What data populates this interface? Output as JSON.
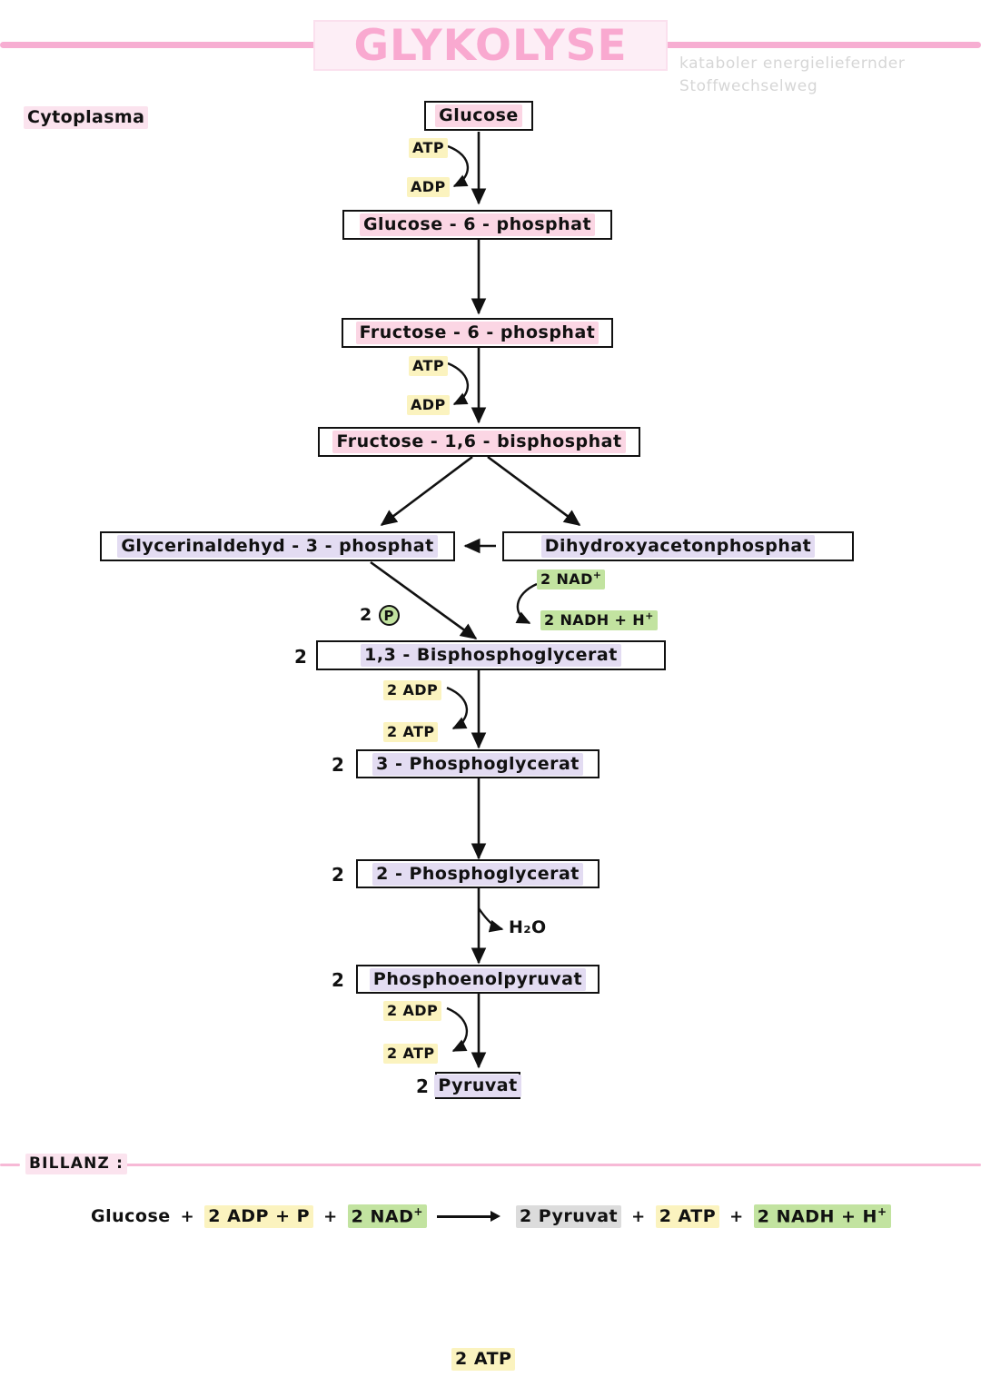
{
  "header": {
    "title": "GLYKOLYSE",
    "subtitle_line1": "kataboler energieliefernder",
    "subtitle_line2": "Stoffwechselweg"
  },
  "compartment_label": "Cytoplasma",
  "pathway": {
    "steps": [
      {
        "name": "glucose",
        "label": "Glucose",
        "prefix": "",
        "highlight": "pink"
      },
      {
        "name": "glucose-6-phosphat",
        "label": "Glucose - 6 - phosphat",
        "prefix": "",
        "highlight": "pink"
      },
      {
        "name": "fructose-6-phosphat",
        "label": "Fructose - 6 - phosphat",
        "prefix": "",
        "highlight": "pink"
      },
      {
        "name": "fructose-1-6-bisphosphat",
        "label": "Fructose - 1,6 - bisphosphat",
        "prefix": "",
        "highlight": "pink"
      },
      {
        "name": "glycerinaldehyd-3-phosphat",
        "label": "Glycerinaldehyd - 3 - phosphat",
        "prefix": "",
        "highlight": "purple"
      },
      {
        "name": "dihydroxyacetonphosphat",
        "label": "Dihydroxyacetonphosphat",
        "prefix": "",
        "highlight": "purple"
      },
      {
        "name": "1-3-bisphosphoglycerat",
        "label": "1,3 - Bisphosphoglycerat",
        "prefix": "2",
        "highlight": "purple"
      },
      {
        "name": "3-phosphoglycerat",
        "label": "3 - Phosphoglycerat",
        "prefix": "2",
        "highlight": "purple"
      },
      {
        "name": "2-phosphoglycerat",
        "label": "2 - Phosphoglycerat",
        "prefix": "2",
        "highlight": "purple"
      },
      {
        "name": "phosphoenolpyruvat",
        "label": "Phosphoenolpyruvat",
        "prefix": "2",
        "highlight": "purple"
      },
      {
        "name": "pyruvat",
        "label": "Pyruvat",
        "prefix": "2",
        "highlight": "purple"
      }
    ],
    "cofactors": [
      {
        "name": "atp-in-step1",
        "label": "ATP",
        "highlight": "yellow"
      },
      {
        "name": "adp-out-step1",
        "label": "ADP",
        "highlight": "yellow"
      },
      {
        "name": "atp-in-step3",
        "label": "ATP",
        "highlight": "yellow"
      },
      {
        "name": "adp-out-step3",
        "label": "ADP",
        "highlight": "yellow"
      },
      {
        "name": "nad-in",
        "label": "2 NAD",
        "sup": "+",
        "highlight": "green"
      },
      {
        "name": "nadh-out",
        "label": "2 NADH + H",
        "sup": "+",
        "highlight": "green"
      },
      {
        "name": "phosphate-in",
        "label": "2",
        "highlight": "none",
        "circled": "P"
      },
      {
        "name": "adp-in-step7",
        "label": "2 ADP",
        "highlight": "yellow"
      },
      {
        "name": "atp-out-step7",
        "label": "2 ATP",
        "highlight": "yellow"
      },
      {
        "name": "water-out",
        "label": "H₂O",
        "highlight": "none"
      },
      {
        "name": "adp-in-step10",
        "label": "2 ADP",
        "highlight": "yellow"
      },
      {
        "name": "atp-out-step10",
        "label": "2 ATP",
        "highlight": "yellow"
      }
    ]
  },
  "balance": {
    "section_label": "BILLANZ :",
    "left": [
      {
        "name": "glucose",
        "label": "Glucose",
        "highlight": "none"
      },
      {
        "name": "adp-p",
        "label": "2 ADP + P",
        "highlight": "yellow"
      },
      {
        "name": "nad",
        "label": "2 NAD",
        "sup": "+",
        "highlight": "green"
      }
    ],
    "arrow": "⟶",
    "right": [
      {
        "name": "pyruvat",
        "label": "2 Pyruvat",
        "highlight": "gray"
      },
      {
        "name": "atp",
        "label": "2 ATP",
        "highlight": "yellow"
      },
      {
        "name": "nadh",
        "label": "2 NADH + H",
        "sup": "+",
        "highlight": "green"
      }
    ],
    "plus": "+",
    "net_atp": "2 ATP"
  },
  "colors": {
    "accent_pink": "#f7aed2",
    "title_pink": "#f9a9d0",
    "highlight_pink": "#fbd6e4",
    "highlight_purple": "#e3dcf2",
    "highlight_yellow": "#fbf3bf",
    "highlight_green": "#c2e3a0",
    "highlight_gray": "#dcdcdc",
    "ink": "#111111",
    "subtitle_gray": "#d6d6d6"
  }
}
